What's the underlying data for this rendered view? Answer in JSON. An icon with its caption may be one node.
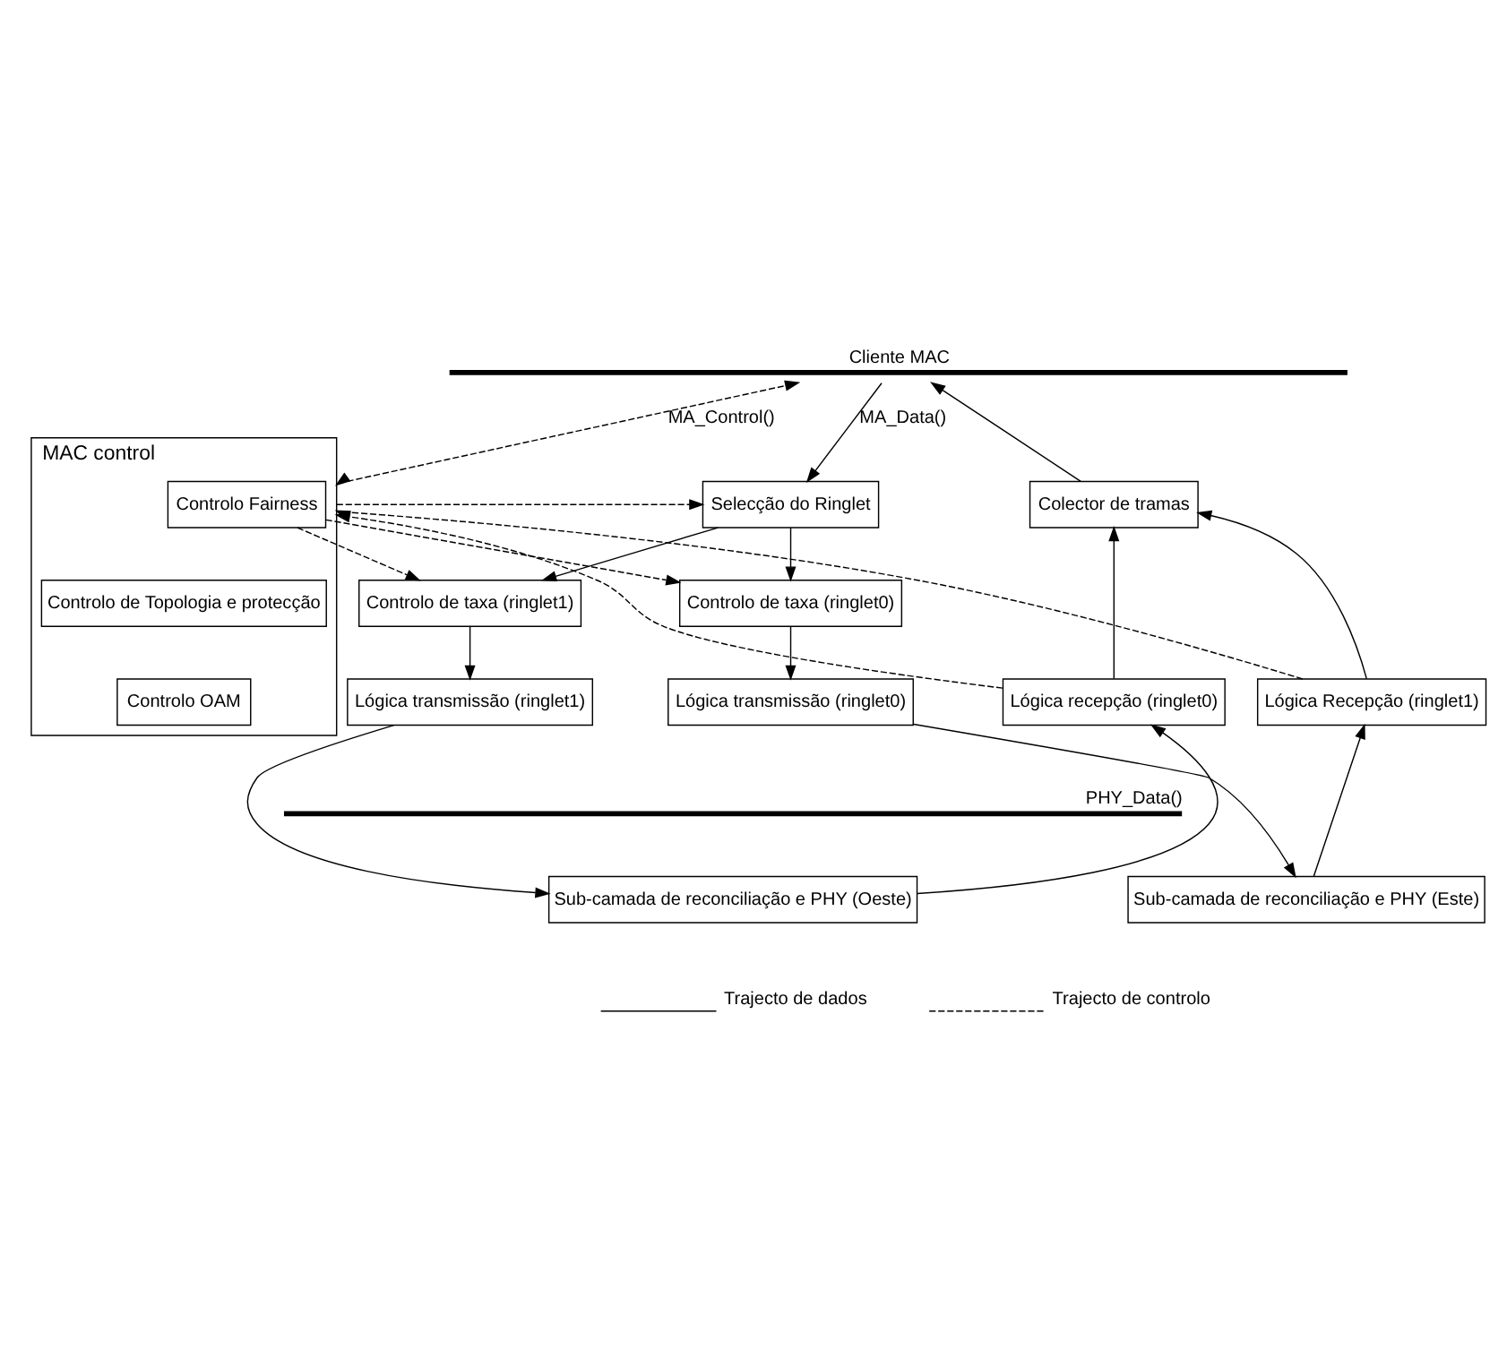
{
  "diagram": {
    "nodes": [
      {
        "text": [
          "Cliente MAC"
        ]
      },
      {
        "text": [
          "MAC control"
        ]
      },
      {
        "text": [
          "Controlo Fairness"
        ],
        "in": 1
      },
      {
        "text": [
          "Controlo de Topologia e protecção"
        ],
        "in": 1
      },
      {
        "text": [
          "Controlo OAM"
        ],
        "in": 1
      },
      {
        "text": [
          "Selecção do Ringlet"
        ]
      },
      {
        "text": [
          "Colector de tramas"
        ]
      },
      {
        "text": [
          "Controlo de taxa (ringlet0)"
        ]
      },
      {
        "text": [
          "Controlo de taxa (ringlet1)"
        ]
      },
      {
        "text": [
          "Lógica recepção (ringlet0)"
        ]
      },
      {
        "text": [
          "Lógica transmissão (ringlet0)"
        ]
      },
      {
        "text": [
          "Lógica transmissão (ringlet1)"
        ]
      },
      {
        "text": [
          "Lógica Recepção (ringlet1)"
        ]
      },
      {
        "text": [
          "PHY_Data()"
        ]
      },
      {
        "text": [
          "Sub-camada de reconciliação e PHY (Oeste)"
        ]
      },
      {
        "text": [
          "Sub-camada de reconciliação e PHY (Este)"
        ]
      }
    ],
    "edges": [
      {
        "from": 1,
        "to": 0,
        "arrow": "both",
        "style": "dashed",
        "label": "MA_Control()"
      },
      {
        "from": 0,
        "to": 5,
        "arrow": "to",
        "label": "MA_Data()"
      },
      {
        "from": 6,
        "to": 0,
        "arrow": "to"
      },
      {
        "from": 1,
        "to": 5,
        "arrow": "to",
        "style": "dashed"
      },
      {
        "from": 5,
        "to": 7,
        "arrow": "to"
      },
      {
        "from": 5,
        "to": 8,
        "arrow": "to"
      },
      {
        "from": 2,
        "to": 7,
        "arrow": "to",
        "style": "dashed"
      },
      {
        "from": 2,
        "to": 8,
        "arrow": "to",
        "style": "dashed"
      },
      {
        "from": 9,
        "to": 6,
        "arrow": "to"
      },
      {
        "from": 12,
        "to": 6,
        "arrow": "to"
      },
      {
        "from": 12,
        "to": 1,
        "arrow": "to",
        "style": "dashed"
      },
      {
        "from": 9,
        "to": 1,
        "arrow": "to",
        "style": "dashed"
      },
      {
        "from": 7,
        "to": 10,
        "arrow": "to"
      },
      {
        "from": 8,
        "to": 11,
        "arrow": "to"
      },
      {
        "from": 14,
        "to": 9,
        "arrow": "to"
      },
      {
        "from": 15,
        "to": 12,
        "arrow": "to"
      },
      {
        "from": 10,
        "to": 15,
        "arrow": "to"
      },
      {
        "from": 11,
        "to": 14,
        "arrow": "to"
      }
    ],
    "legend": [
      {
        "text": "Trajecto de dados"
      },
      {
        "text": "Trajecto de controlo"
      }
    ]
  }
}
